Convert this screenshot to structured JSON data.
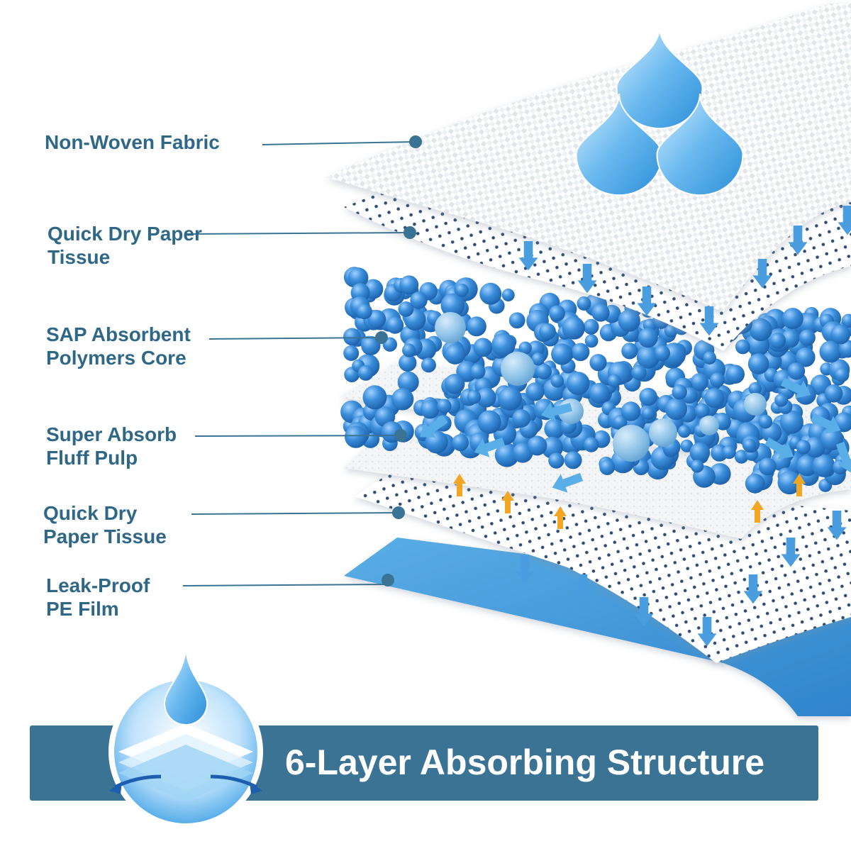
{
  "layers": [
    {
      "id": "non-woven-fabric",
      "label": "Non-Woven Fabric"
    },
    {
      "id": "quick-dry-paper-tissue-top",
      "label": "Quick Dry Paper\nTissue"
    },
    {
      "id": "sap-core",
      "label": "SAP Absorbent\nPolymers Core"
    },
    {
      "id": "fluff-pulp",
      "label": "Super Absorb\nFluff Pulp"
    },
    {
      "id": "quick-dry-paper-tissue-bottom",
      "label": "Quick Dry\nPaper Tissue"
    },
    {
      "id": "pe-film",
      "label": "Leak-Proof\nPE Film"
    }
  ],
  "banner": {
    "title": "6-Layer Absorbing Structure"
  },
  "colors": {
    "label_text": "#2f6887",
    "leader_line": "#3b7394",
    "banner_bg": "#3b7394",
    "banner_text": "#ffffff",
    "bead_blue": "#2f7fd0",
    "down_arrow": "#4a9ee0",
    "up_arrow": "#f2a623",
    "pe_film": "#3f96d8"
  }
}
